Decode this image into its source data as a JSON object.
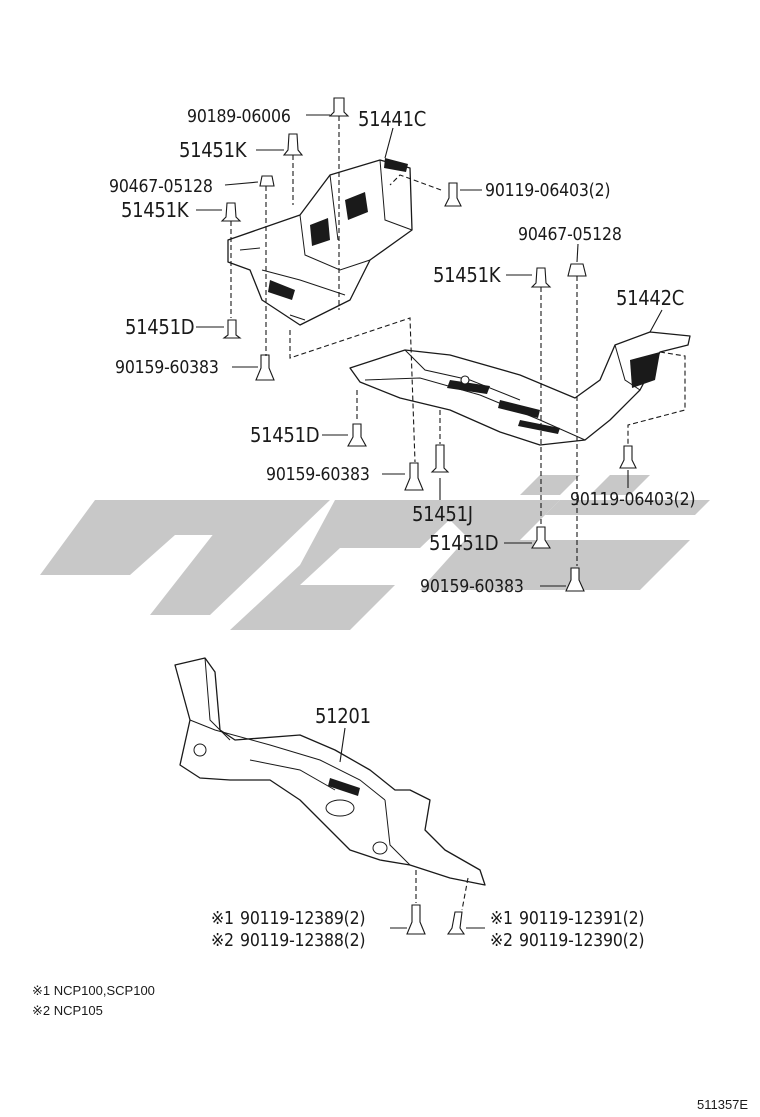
{
  "parts": {
    "p1": "90189-06006",
    "p2": "51441C",
    "p3": "51451K",
    "p4": "90467-05128",
    "p5": "90119-06403(2)",
    "p6": "51451K",
    "p7": "90467-05128",
    "p8": "51451K",
    "p9": "51442C",
    "p10": "51451D",
    "p11": "90159-60383",
    "p12": "51451D",
    "p13": "90159-60383",
    "p14": "90119-06403(2)",
    "p15": "51451J",
    "p16": "51451D",
    "p17": "90159-60383",
    "p18": "51201",
    "p19": "90119-12389(2)",
    "p20": "90119-12388(2)",
    "p21": "90119-12391(2)",
    "p22": "90119-12390(2)"
  },
  "marks": {
    "m1": "※1",
    "m2": "※2"
  },
  "notes": {
    "n1": "※1 NCP100,SCP100",
    "n2": "※2 NCP105"
  },
  "reference": "511357E",
  "colors": {
    "line": "#1a1a1a",
    "watermark": "#c8c8c8",
    "background": "#ffffff"
  }
}
